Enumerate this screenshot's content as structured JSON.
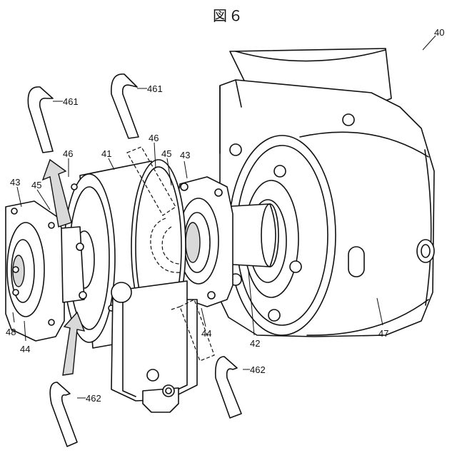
{
  "figure": {
    "title": "図６"
  },
  "labels": {
    "l40": "40",
    "l461a": "461",
    "l461b": "461",
    "l46a": "46",
    "l41": "41",
    "l46b": "46",
    "l45a": "45",
    "l43a": "43",
    "l43b": "43",
    "l45b": "45",
    "l48": "48",
    "l44a": "44",
    "l44b": "44",
    "l42": "42",
    "l47": "47",
    "l462a": "462",
    "l462b": "462"
  }
}
